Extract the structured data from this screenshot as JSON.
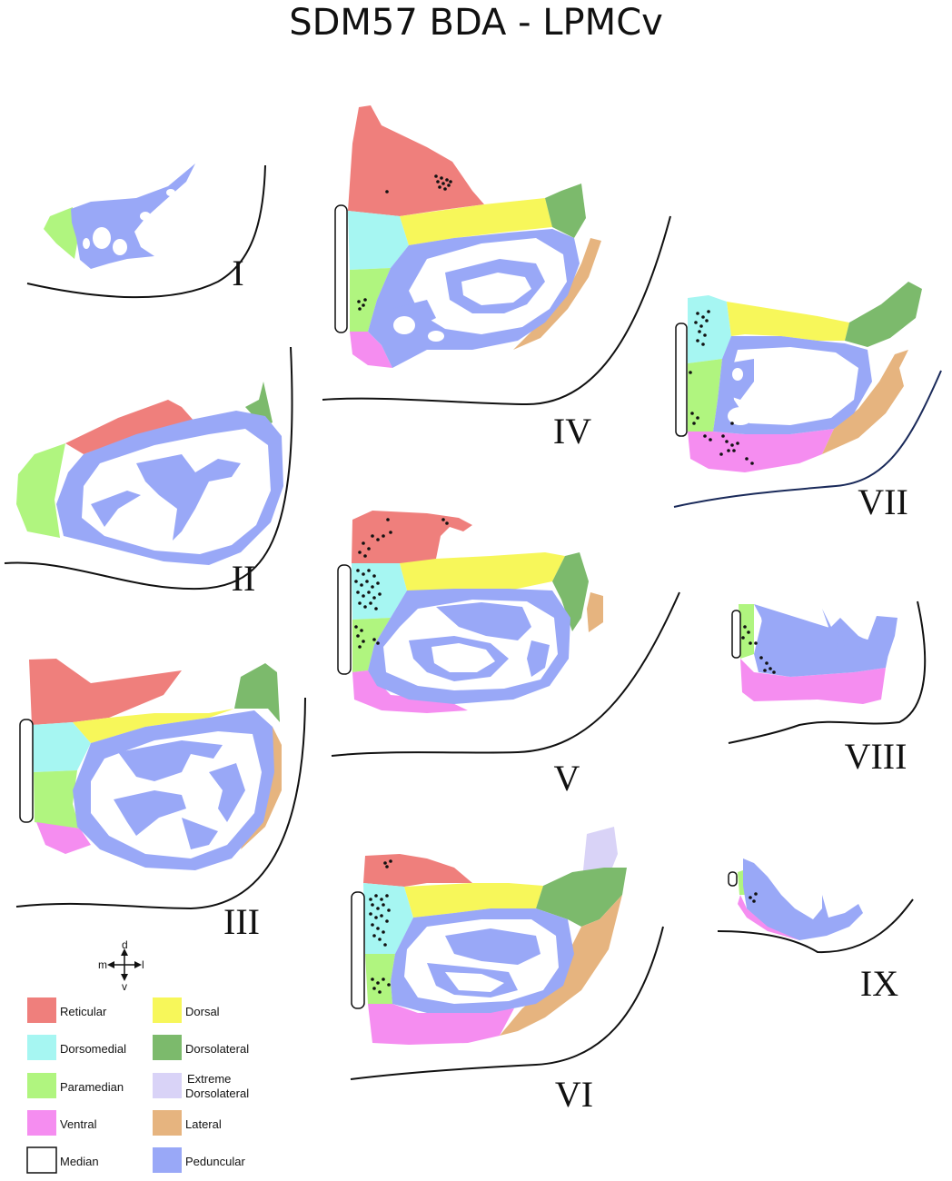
{
  "title": "SDM57 BDA - LPMCv",
  "sections": [
    "I",
    "II",
    "III",
    "IV",
    "V",
    "VI",
    "VII",
    "VIII",
    "IX"
  ],
  "compass": {
    "d": "d",
    "m": "m",
    "l": "l",
    "v": "v"
  },
  "legend": [
    {
      "label": "Reticular",
      "color": "#ef7f7c"
    },
    {
      "label": "Dorsomedial",
      "color": "#a6f6f2"
    },
    {
      "label": "Paramedian",
      "color": "#b0f57f"
    },
    {
      "label": "Ventral",
      "color": "#f58df0"
    },
    {
      "label": "Median",
      "color": "#ffffff"
    },
    {
      "label": "Dorsal",
      "color": "#f7f75a"
    },
    {
      "label": "Dorsolateral",
      "color": "#7cba6c"
    },
    {
      "label_line1": "Extreme",
      "label_line2": "Dorsolateral",
      "color": "#d9d3f7"
    },
    {
      "label": "Lateral",
      "color": "#e6b47f"
    },
    {
      "label": "Peduncular",
      "color": "#99a8f7"
    }
  ]
}
